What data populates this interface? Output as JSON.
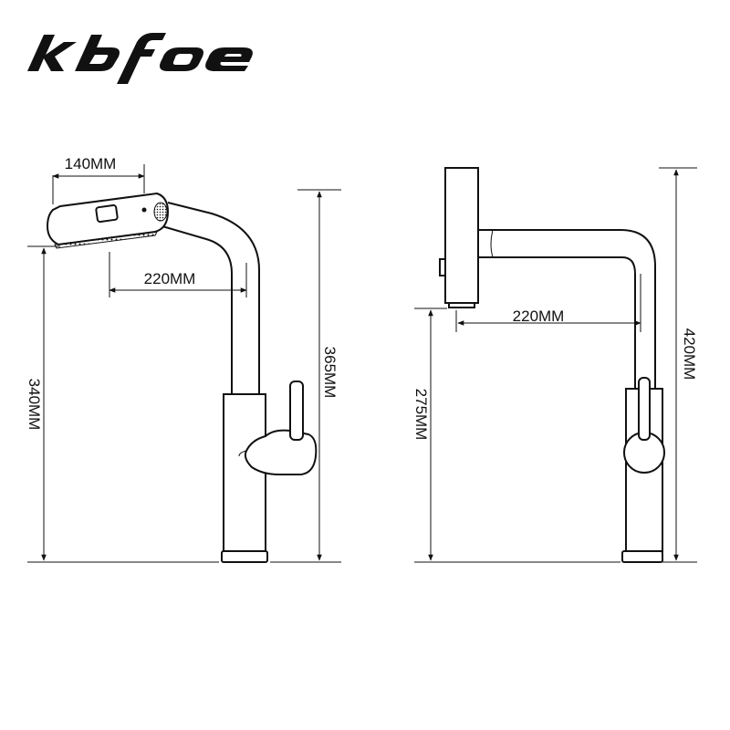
{
  "brand": {
    "name": "kbfoe"
  },
  "colors": {
    "ink": "#111111",
    "background": "#ffffff"
  },
  "side_view": {
    "spout_length_label": "140MM",
    "reach_label": "220MM",
    "spout_height_label": "340MM",
    "total_height_label": "365MM"
  },
  "front_view": {
    "reach_label": "220MM",
    "spout_height_label": "275MM",
    "total_height_label": "420MM"
  }
}
